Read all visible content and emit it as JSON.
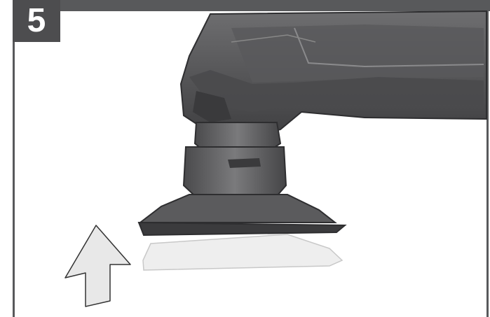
{
  "step": {
    "number": "5"
  },
  "illustration": {
    "subject": "multi-tool-sanding-pad-removal",
    "tool_color": "#5a5a5c",
    "pad_color": "#eeeeee",
    "arrow_fill": "#e8e8e8",
    "arrow_direction": "up"
  }
}
